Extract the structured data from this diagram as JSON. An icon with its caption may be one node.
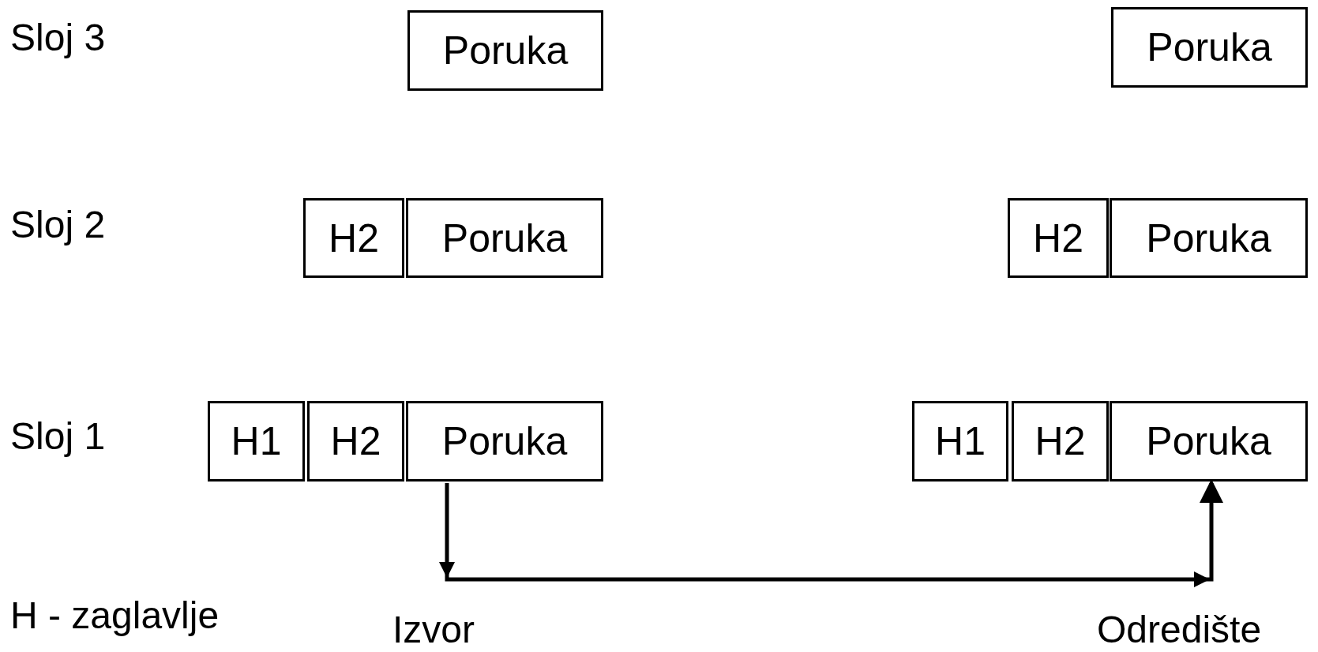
{
  "diagram": {
    "nodes": [
      {
        "text": [
          "Poruka"
        ]
      },
      {
        "text": [
          "Poruka"
        ]
      },
      {
        "text": [
          "H2"
        ]
      },
      {
        "text": [
          "Poruka"
        ]
      },
      {
        "text": [
          "H2"
        ]
      },
      {
        "text": [
          "Poruka"
        ]
      },
      {
        "text": [
          "H1"
        ]
      },
      {
        "text": [
          "H2"
        ]
      },
      {
        "text": [
          "Poruka"
        ]
      },
      {
        "text": [
          "H1"
        ]
      },
      {
        "text": [
          "H2"
        ]
      },
      {
        "text": [
          "Poruka"
        ]
      }
    ],
    "edges": [
      {
        "from": 8,
        "to": 11,
        "arrow": "to"
      }
    ],
    "labels": [
      "Sloj 3",
      "Sloj 2",
      "Sloj 1",
      "H - zaglavlje",
      "Izvor",
      "Odredište"
    ]
  }
}
